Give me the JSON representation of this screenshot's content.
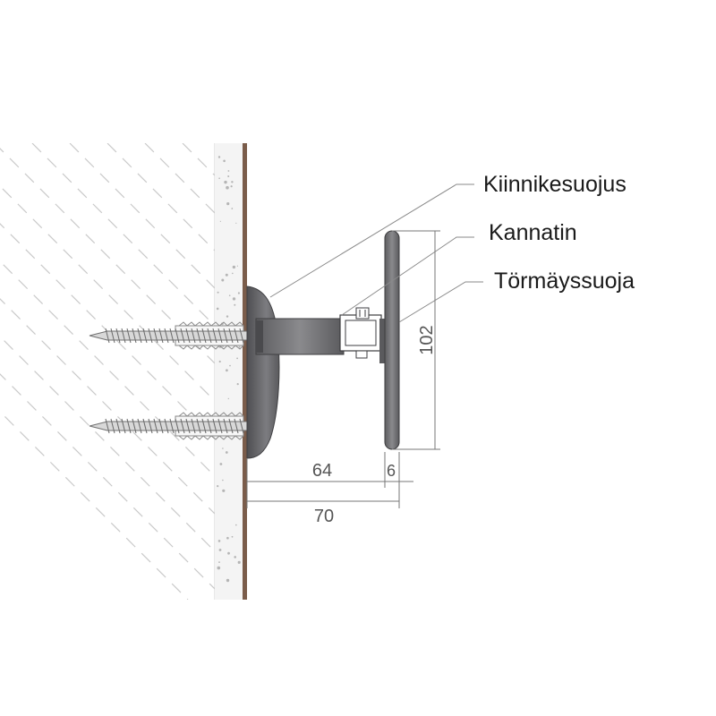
{
  "labels": {
    "bracket_cover": "Kiinnikesuojus",
    "bracket": "Kannatin",
    "bumper": "Törmäyssuoja"
  },
  "dimensions": {
    "bumper_height": "102",
    "bracket_depth": "64",
    "bumper_thickness": "6",
    "total_depth": "70"
  },
  "colors": {
    "metal": "#6b6b6e",
    "wall_surface": "#7a5c4a",
    "leader": "#888888"
  }
}
